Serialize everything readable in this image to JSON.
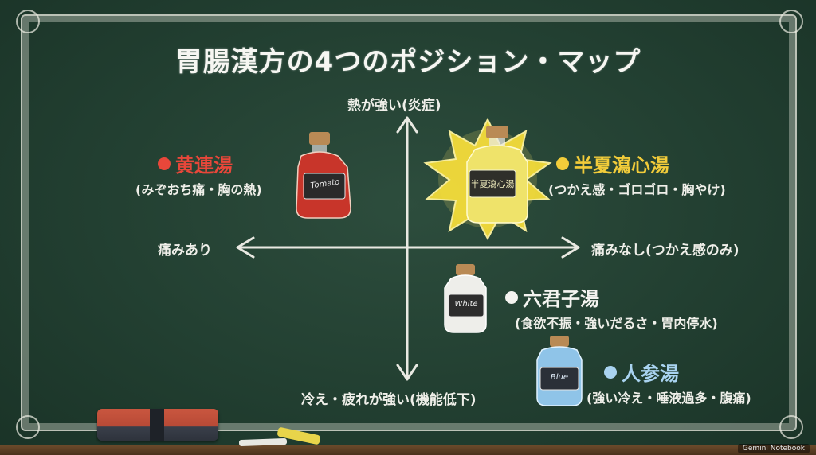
{
  "title": "胃腸漢方の4つのポジション・マップ",
  "axes": {
    "top": "熱が強い(炎症)",
    "bottom": "冷え・疲れが強い(機能低下)",
    "left": "痛みあり",
    "right": "痛みなし(つかえ感のみ)"
  },
  "herbs": [
    {
      "name": "黄連湯",
      "desc": "(みぞおち痛・胸の熱)",
      "color": "#e8473a"
    },
    {
      "name": "半夏瀉心湯",
      "desc": "(つかえ感・ゴロゴロ・胸やけ)",
      "color": "#f2cc3a"
    },
    {
      "name": "六君子湯",
      "desc": "(食欲不振・強いだるさ・胃内停水)",
      "color": "#f4f4f0"
    },
    {
      "name": "人参湯",
      "desc": "(強い冷え・唾液過多・腹痛)",
      "color": "#a9d3f0"
    }
  ],
  "bottles": {
    "red_label": "Tomato",
    "yellow_label": "半夏瀉心湯",
    "white_label": "White",
    "blue_label": "Blue"
  },
  "credit": "Gemini Notebook"
}
